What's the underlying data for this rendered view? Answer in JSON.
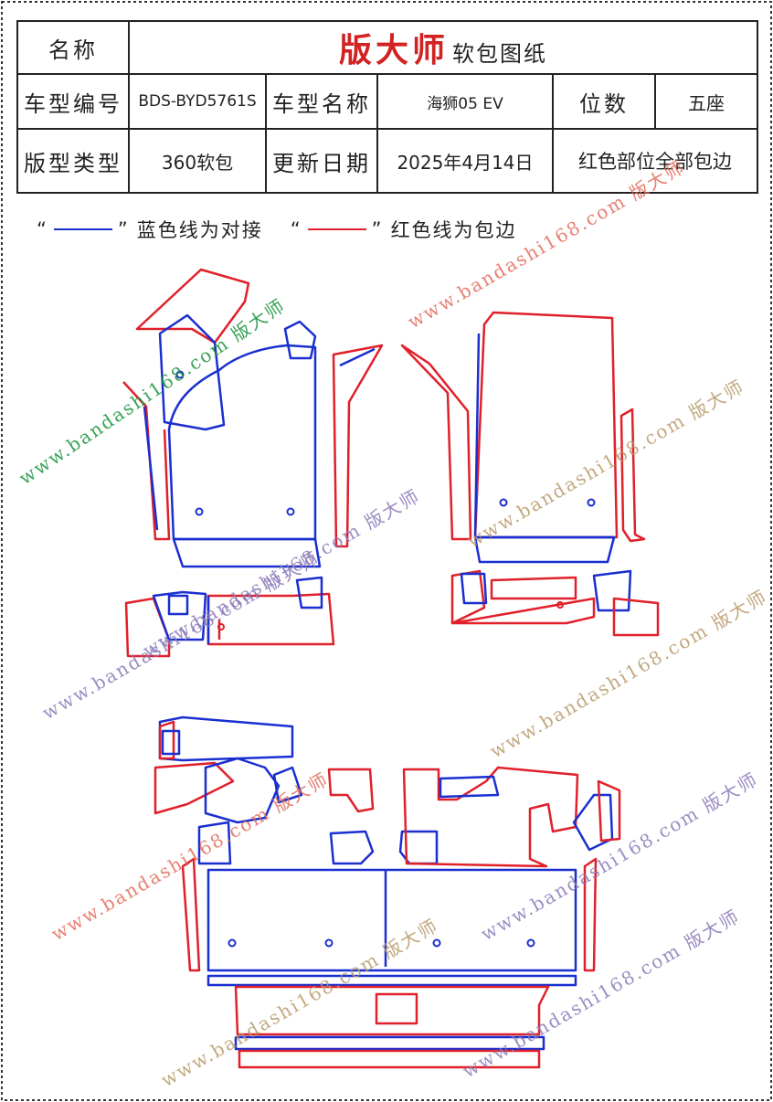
{
  "header": {
    "name_label": "名称",
    "brand": "版大师",
    "brand_sub": "软包图纸",
    "model_code_label": "车型编号",
    "model_code": "BDS-BYD5761S",
    "model_name_label": "车型名称",
    "model_name": "海狮05 EV",
    "seats_label": "位数",
    "seats": "五座",
    "pattern_type_label": "版型类型",
    "pattern_type": "360软包",
    "update_date_label": "更新日期",
    "update_date": "2025年4月14日",
    "note": "红色部位全部包边"
  },
  "legend": {
    "blue_quote_open": "“",
    "blue_quote_close": "”",
    "blue_text": "蓝色线为对接",
    "red_quote_open": "“",
    "red_quote_close": "”",
    "red_text": "红色线为包边",
    "blue_color": "#1a2fd0",
    "red_color": "#e0202a"
  },
  "watermarks": [
    "www.bandashi168.com 版大师",
    "www.bandashi168.com 版大师",
    "www.bandashi168.com 版大师",
    "www.bandashi168.com 版大师",
    "www.bandashi168.com 版大师",
    "www.bandashi168.com 版大师",
    "www.bandashi168.com 版大师",
    "www.bandashi168.com 版大师",
    "www.bandashi168.com 版大师",
    "www.bandashi168.com 版大师"
  ],
  "colors": {
    "blue_line": "#1a2fd0",
    "red_line": "#e0202a",
    "watermark_red": "#e26a5a",
    "watermark_purple": "#8a7ab8",
    "watermark_green": "#17933a",
    "watermark_tan": "#b89a6a"
  }
}
